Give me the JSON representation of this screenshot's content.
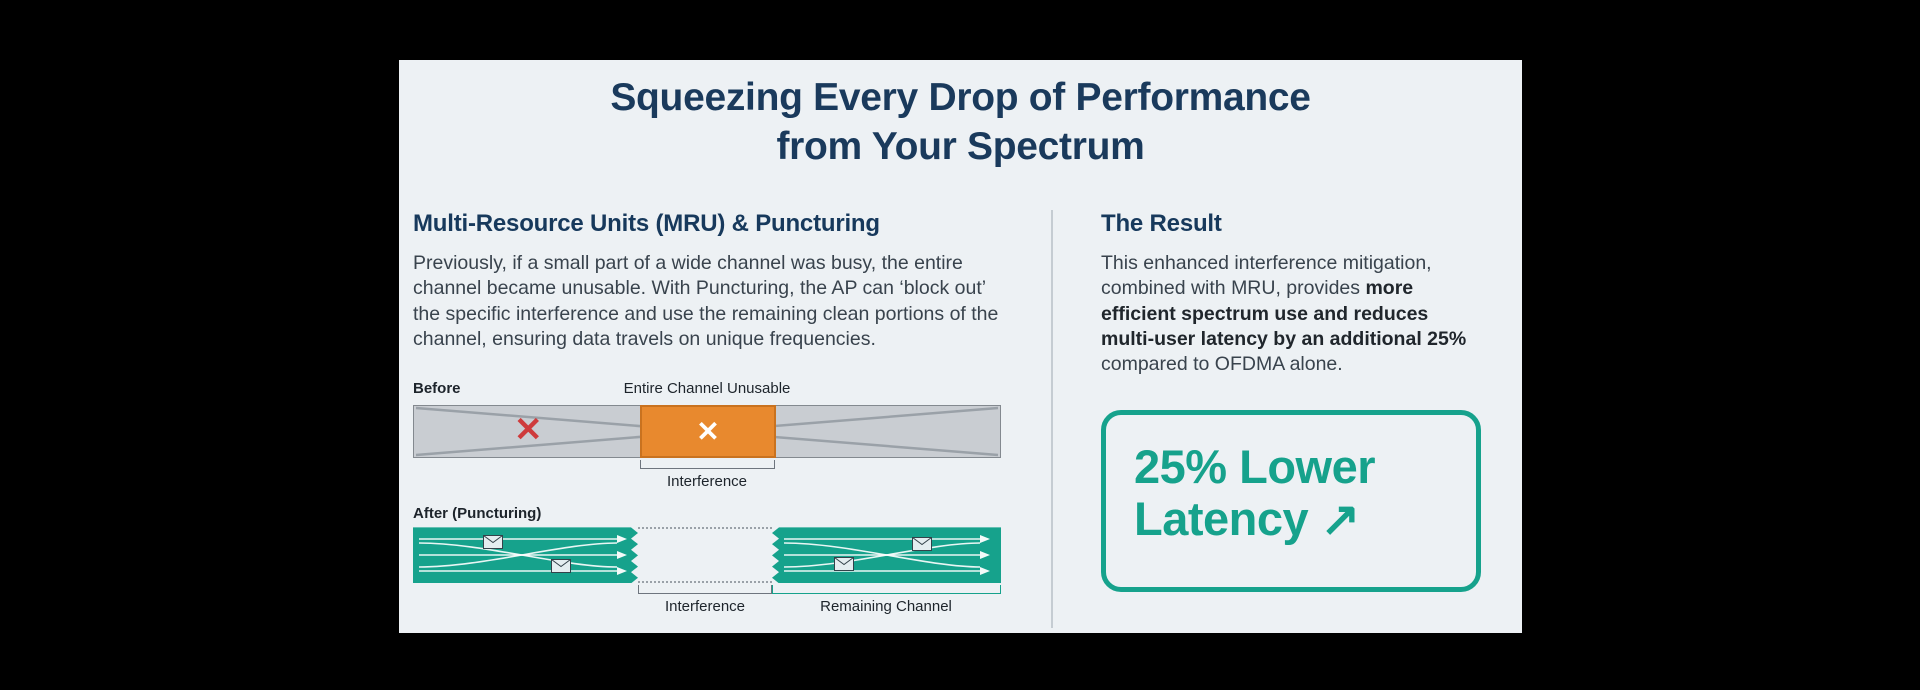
{
  "infographic": {
    "title_line1": "Squeezing Every Drop of Performance",
    "title_line2": "from Your Spectrum",
    "colors": {
      "panel_bg": "#edf1f4",
      "navy": "#1a3a5c",
      "teal": "#16a28c",
      "orange": "#e8892e",
      "red": "#ce3b3c",
      "gray_channel": "#c9cdd2"
    }
  },
  "left": {
    "heading": "Multi-Resource Units (MRU) & Puncturing",
    "body": "Previously, if a small part of a wide channel was busy, the entire channel became unusable. With Puncturing, the AP can ‘block out’ the specific interference and use the remaining clean portions of the channel, ensuring data travels on unique frequencies.",
    "before_diagram": {
      "label": "Before",
      "caption": "Entire Channel Unusable",
      "interference_label": "Interference",
      "x_mark": "✕"
    },
    "after_diagram": {
      "label": "After (Puncturing)",
      "interference_label": "Interference",
      "remaining_label": "Remaining Channel"
    }
  },
  "right": {
    "heading": "The Result",
    "body_part1": "This enhanced interference mitigation, combined with MRU, provides ",
    "body_bold": "more efficient spectrum use and reduces multi-user latency by an additional 25%",
    "body_part2": " compared to OFDMA alone.",
    "badge": {
      "line1": "25% Lower",
      "line2": "Latency",
      "arrow": "↗"
    }
  }
}
